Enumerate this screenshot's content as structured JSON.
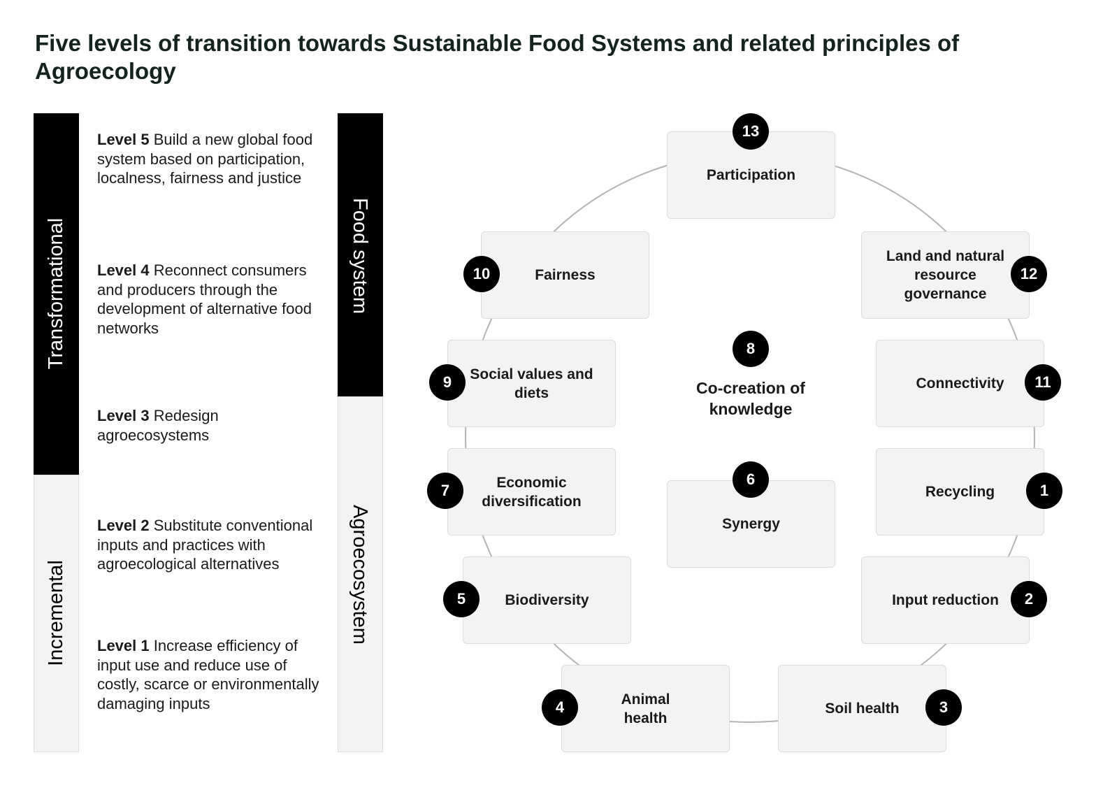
{
  "title": "Five levels of transition towards Sustainable Food Systems and related principles of Agroecology",
  "bars": {
    "transformational": "Transformational",
    "incremental": "Incremental",
    "food_system": "Food system",
    "agroecosystem": "Agroecosystem"
  },
  "levels": [
    {
      "label": "Level 5",
      "text": "Build a new global food system based on participation, localness, fairness and justice"
    },
    {
      "label": "Level 4",
      "text": "Reconnect consumers and producers through the development of alternative food networks"
    },
    {
      "label": "Level 3",
      "text": "Redesign agroecosystems"
    },
    {
      "label": "Level 2",
      "text": "Substitute conventional inputs and practices with agroecological alternatives"
    },
    {
      "label": "Level 1",
      "text": "Increase efficiency of input use and reduce use of costly, scarce or environmentally damaging inputs"
    }
  ],
  "principles": [
    {
      "number": "13",
      "label": "Participation"
    },
    {
      "number": "10",
      "label": "Fairness"
    },
    {
      "number": "12",
      "label": "Land and natural resource governance"
    },
    {
      "number": "9",
      "label": "Social values and diets"
    },
    {
      "number": "11",
      "label": "Connectivity"
    },
    {
      "number": "7",
      "label": "Economic diversification"
    },
    {
      "number": "1",
      "label": "Recycling"
    },
    {
      "number": "6",
      "label": "Synergy"
    },
    {
      "number": "5",
      "label": "Biodiversity"
    },
    {
      "number": "2",
      "label": "Input reduction"
    },
    {
      "number": "4",
      "label": "Animal health"
    },
    {
      "number": "3",
      "label": "Soil health"
    }
  ],
  "center": {
    "number": "8",
    "label": "Co-creation of knowledge"
  }
}
